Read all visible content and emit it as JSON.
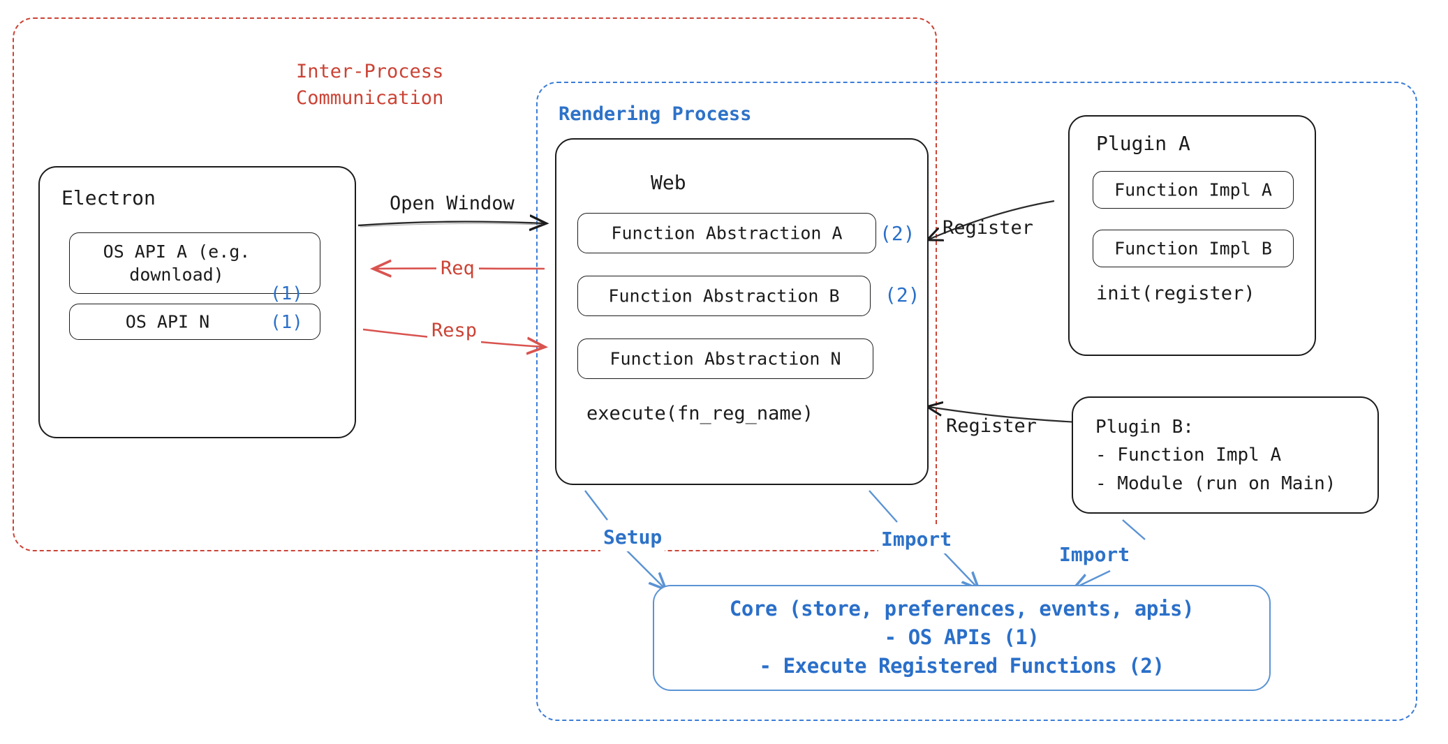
{
  "diagram": {
    "title_hidden": "Electron plugin architecture",
    "colors": {
      "red": "#cb4335",
      "blue": "#2a6fc9",
      "blue_light": "#5a93d4",
      "black": "#1b1b1b",
      "background": "#ffffff"
    }
  },
  "regions": {
    "ipc": {
      "label": "Inter-Process\nCommunication",
      "color": "#cb4335",
      "style": "dashed"
    },
    "rendering": {
      "label": "Rendering Process",
      "color": "#2a6fc9",
      "style": "dashed"
    }
  },
  "electron": {
    "title": "Electron",
    "apis": [
      {
        "label": "OS API A (e.g.\ndownload)",
        "annotation": "(1)"
      },
      {
        "label": "OS API N",
        "annotation": "(1)"
      }
    ]
  },
  "web": {
    "title": "Web",
    "abstractions": [
      {
        "label": "Function Abstraction A",
        "annotation": "(2)"
      },
      {
        "label": "Function Abstraction B",
        "annotation": "(2)"
      },
      {
        "label": "Function Abstraction N",
        "annotation": ""
      }
    ],
    "footer": "execute(fn_reg_name)"
  },
  "plugin_a": {
    "title": "Plugin A",
    "functions": [
      {
        "label": "Function Impl A"
      },
      {
        "label": "Function Impl B"
      }
    ],
    "footer": "init(register)"
  },
  "plugin_b": {
    "lines": [
      "Plugin B:",
      "- Function Impl A",
      "- Module (run on Main)"
    ]
  },
  "core": {
    "lines": [
      "Core (store, preferences, events, apis)",
      "- OS APIs (1)",
      "- Execute Registered Functions (2)"
    ]
  },
  "arrows": [
    {
      "id": "open-window",
      "label": "Open Window",
      "color": "#1b1b1b"
    },
    {
      "id": "req",
      "label": "Req",
      "color": "#cb4335"
    },
    {
      "id": "resp",
      "label": "Resp",
      "color": "#cb4335"
    },
    {
      "id": "register-top",
      "label": "Register",
      "color": "#1b1b1b"
    },
    {
      "id": "register-bottom",
      "label": "Register",
      "color": "#1b1b1b"
    },
    {
      "id": "setup",
      "label": "Setup",
      "color": "#2d72c8"
    },
    {
      "id": "import-web",
      "label": "Import",
      "color": "#2d72c8"
    },
    {
      "id": "import-plugin-b",
      "label": "Import",
      "color": "#2d72c8"
    }
  ]
}
